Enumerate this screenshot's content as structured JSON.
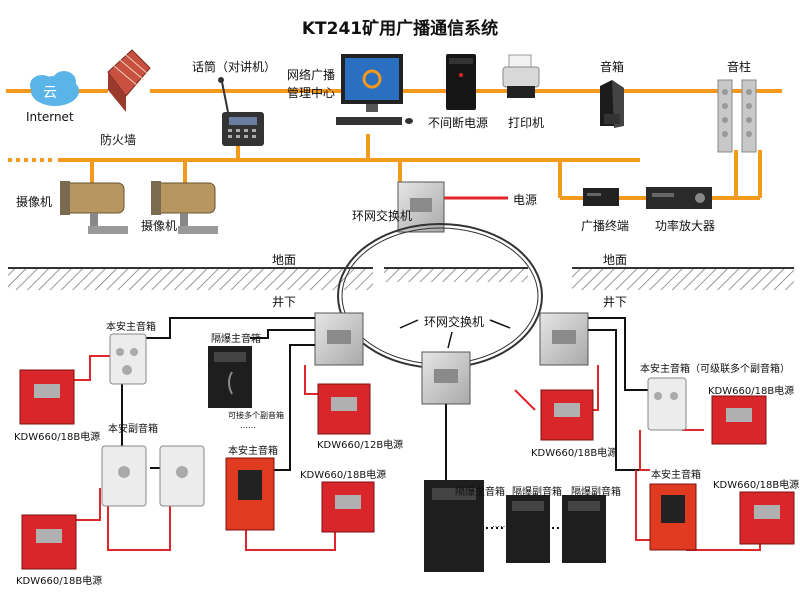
{
  "title": "KT241矿用广播通信系统",
  "labels": {
    "cloud": "云",
    "internet": "Internet",
    "firewall": "防火墙",
    "mic": "话筒（对讲机）",
    "center_line1": "网络广播",
    "center_line2": "管理中心",
    "ups": "不间断电源",
    "printer": "打印机",
    "speaker_top": "音箱",
    "column": "音柱",
    "camera1": "摄像机",
    "camera2": "摄像机",
    "ring_switch_top": "环网交换机",
    "power": "电源",
    "broadcast_terminal": "广播终端",
    "amplifier": "功率放大器",
    "ground_left": "地面",
    "ground_right": "地面",
    "underground_left": "井下",
    "underground_right": "井下",
    "ring_switch_center": "环网交换机",
    "safe_main_left": "本安主音箱",
    "flameproof_main": "隔爆主音箱",
    "connect_multi": "可接多个副音箱",
    "safe_sub": "本安副音箱",
    "safe_main_center": "本安主音箱",
    "kdw_left1": "KDW660/18B电源",
    "kdw_left2": "KDW660/18B电源",
    "kdw_12b": "KDW660/12B电源",
    "kdw_center2": "KDW660/18B电源",
    "kdw_mid": "KDW660/18B电源",
    "safe_main_right_cascade": "本安主音箱（可级联多个副音箱）",
    "kdw_right1": "KDW660/18B电源",
    "safe_main_right2": "本安主音箱",
    "kdw_right2": "KDW660/18B电源",
    "flameproof_main_bottom": "隔爆主音箱",
    "flameproof_sub1": "隔爆副音箱",
    "flameproof_sub2": "隔爆副音箱",
    "dots1": "……",
    "dots2": "……"
  },
  "colors": {
    "orange_line": "#f39a1e",
    "red_line": "#e0262a",
    "black_line": "#111111",
    "box_red": "#d9262a",
    "switch_box": "#c9c9c9"
  }
}
